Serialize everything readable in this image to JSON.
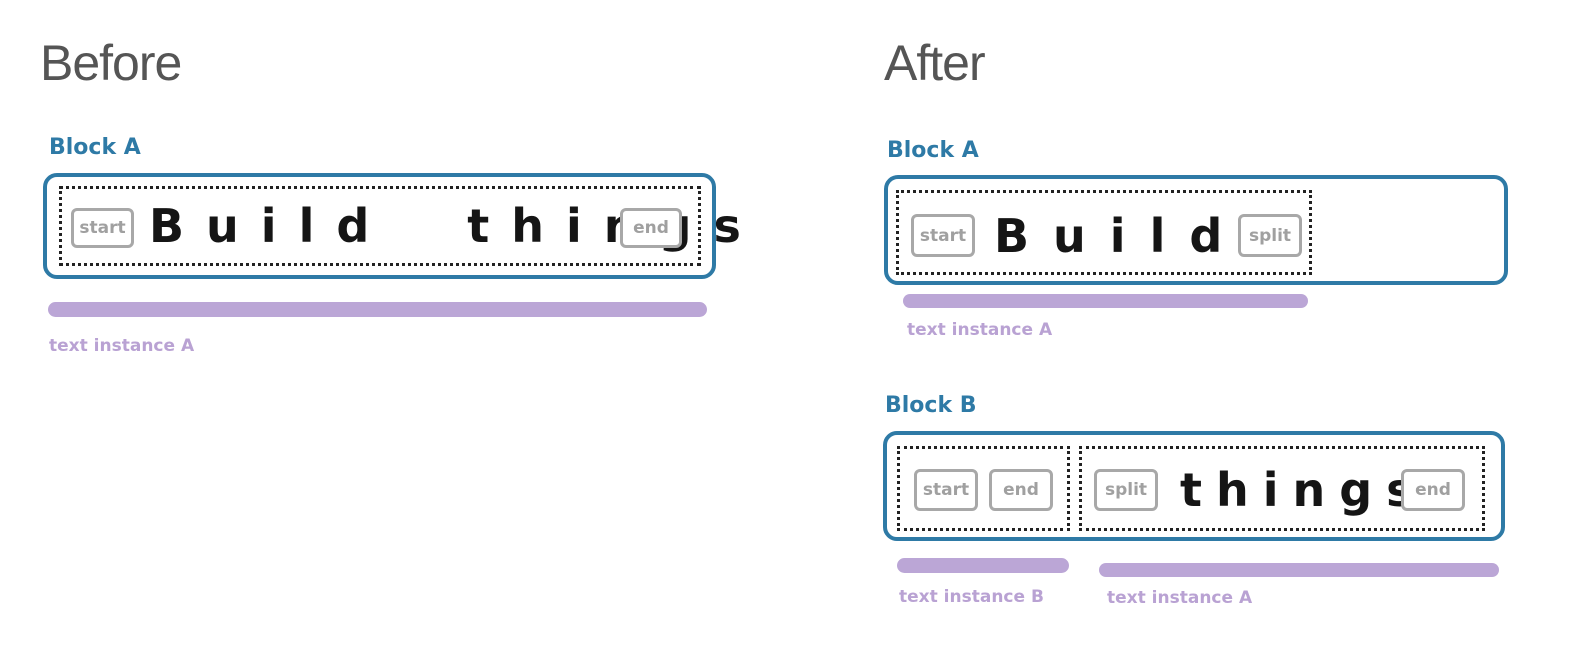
{
  "before": {
    "heading": "Before",
    "block_a": {
      "label": "Block A",
      "markers": {
        "start": "start",
        "end": "end"
      },
      "text": "Build  things",
      "instance_label": "text instance A"
    }
  },
  "after": {
    "heading": "After",
    "block_a": {
      "label": "Block A",
      "markers": {
        "start": "start",
        "split": "split"
      },
      "text": "Build",
      "instance_label": "text instance A"
    },
    "block_b": {
      "label": "Block B",
      "markers": {
        "start": "start",
        "end": "end",
        "split": "split",
        "end2": "end"
      },
      "text": "things",
      "instance_labels": {
        "b": "text instance B",
        "a": "text instance A"
      }
    }
  },
  "colors": {
    "block_border": "#2e7aa6",
    "instance_bar": "#bba6d6",
    "marker": "#a8a8a8"
  }
}
